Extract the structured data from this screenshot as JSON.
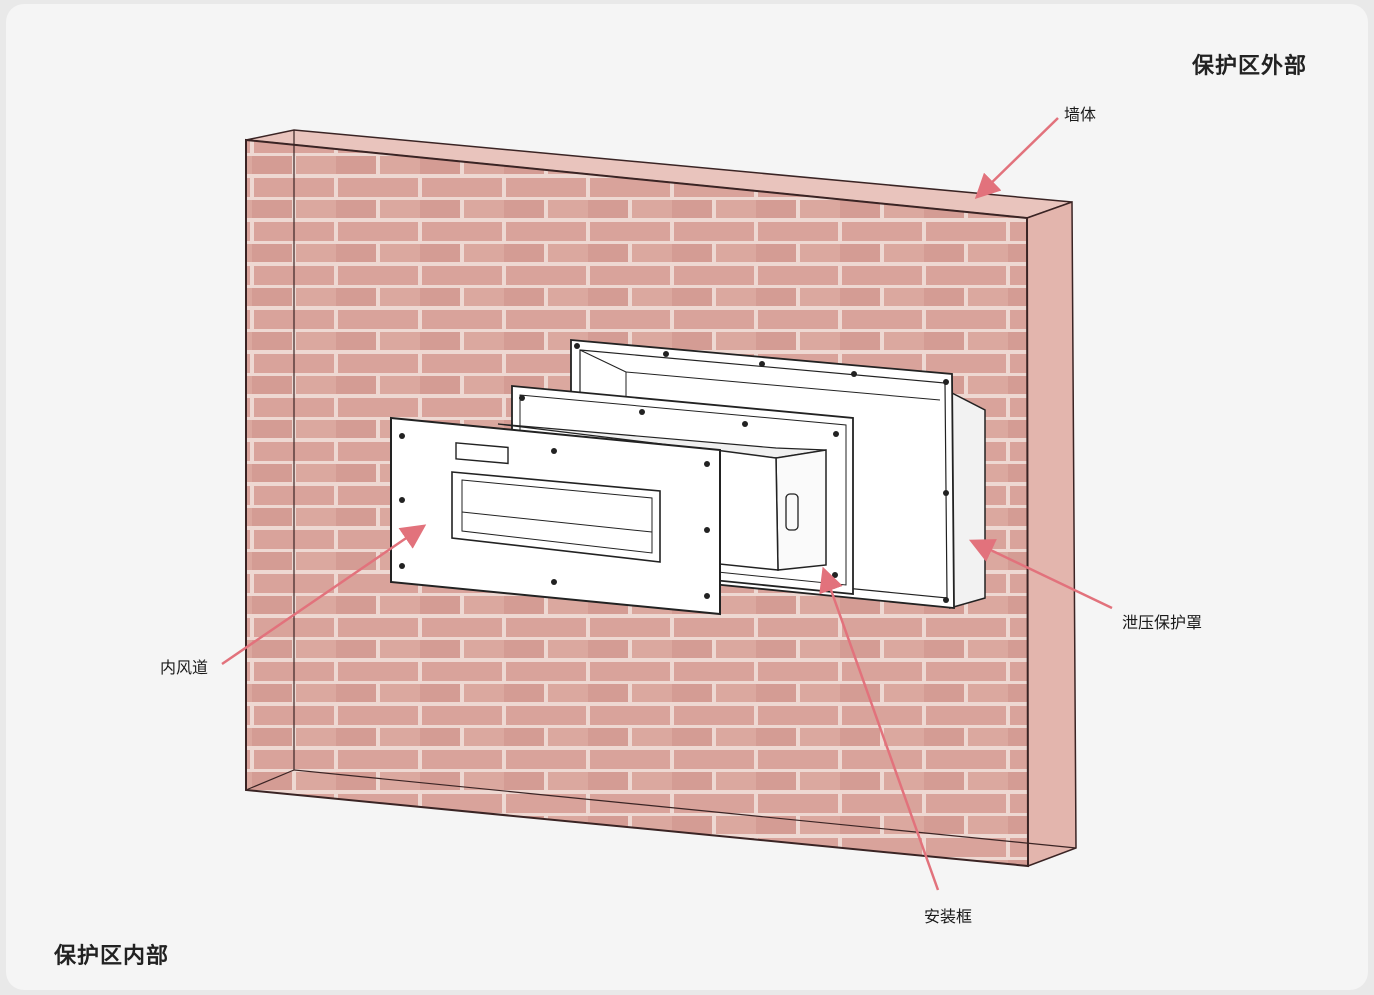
{
  "headings": {
    "outside": "保护区外部",
    "inside": "保护区内部"
  },
  "labels": {
    "wall": "墙体",
    "relief_cover": "泄压保护罩",
    "inner_duct": "内风道",
    "mounting_frame": "安装框"
  },
  "colors": {
    "background": "#f5f5f5",
    "brick": "#d9a39b",
    "mortar": "#eed8d2",
    "arrow": "#e2727c",
    "outline": "#3a2424"
  }
}
